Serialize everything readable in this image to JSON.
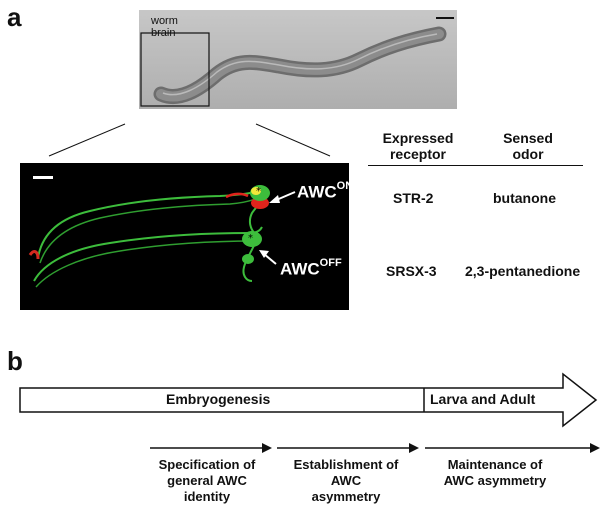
{
  "panel_a": {
    "letter": "a",
    "worm_label_line1": "worm",
    "worm_label_line2": "brain",
    "awc_on_base": "AWC",
    "awc_on_sup": "ON",
    "awc_off_base": "AWC",
    "awc_off_sup": "OFF",
    "table": {
      "headers": [
        {
          "line1": "Expressed",
          "line2": "receptor"
        },
        {
          "line1": "Sensed",
          "line2": "odor"
        }
      ],
      "rows": [
        {
          "receptor": "STR-2",
          "odor": "butanone"
        },
        {
          "receptor": "SRSX-3",
          "odor": "2,3-pentanedione"
        }
      ]
    }
  },
  "panel_b": {
    "letter": "b",
    "stage_embryo": "Embryogenesis",
    "stage_larva": "Larva and Adult",
    "steps": [
      {
        "line1": "Specification of",
        "line2": "general AWC",
        "line3": "identity"
      },
      {
        "line1": "Establishment of",
        "line2": "AWC",
        "line3": "asymmetry"
      },
      {
        "line1": "Maintenance of",
        "line2": "AWC asymmetry",
        "line3": ""
      }
    ]
  },
  "colors": {
    "fluor_green": "#39c43a",
    "fluor_red": "#e0241c",
    "fluor_yellow": "#f3e83a",
    "worm_bg": "#b9b9b9"
  }
}
